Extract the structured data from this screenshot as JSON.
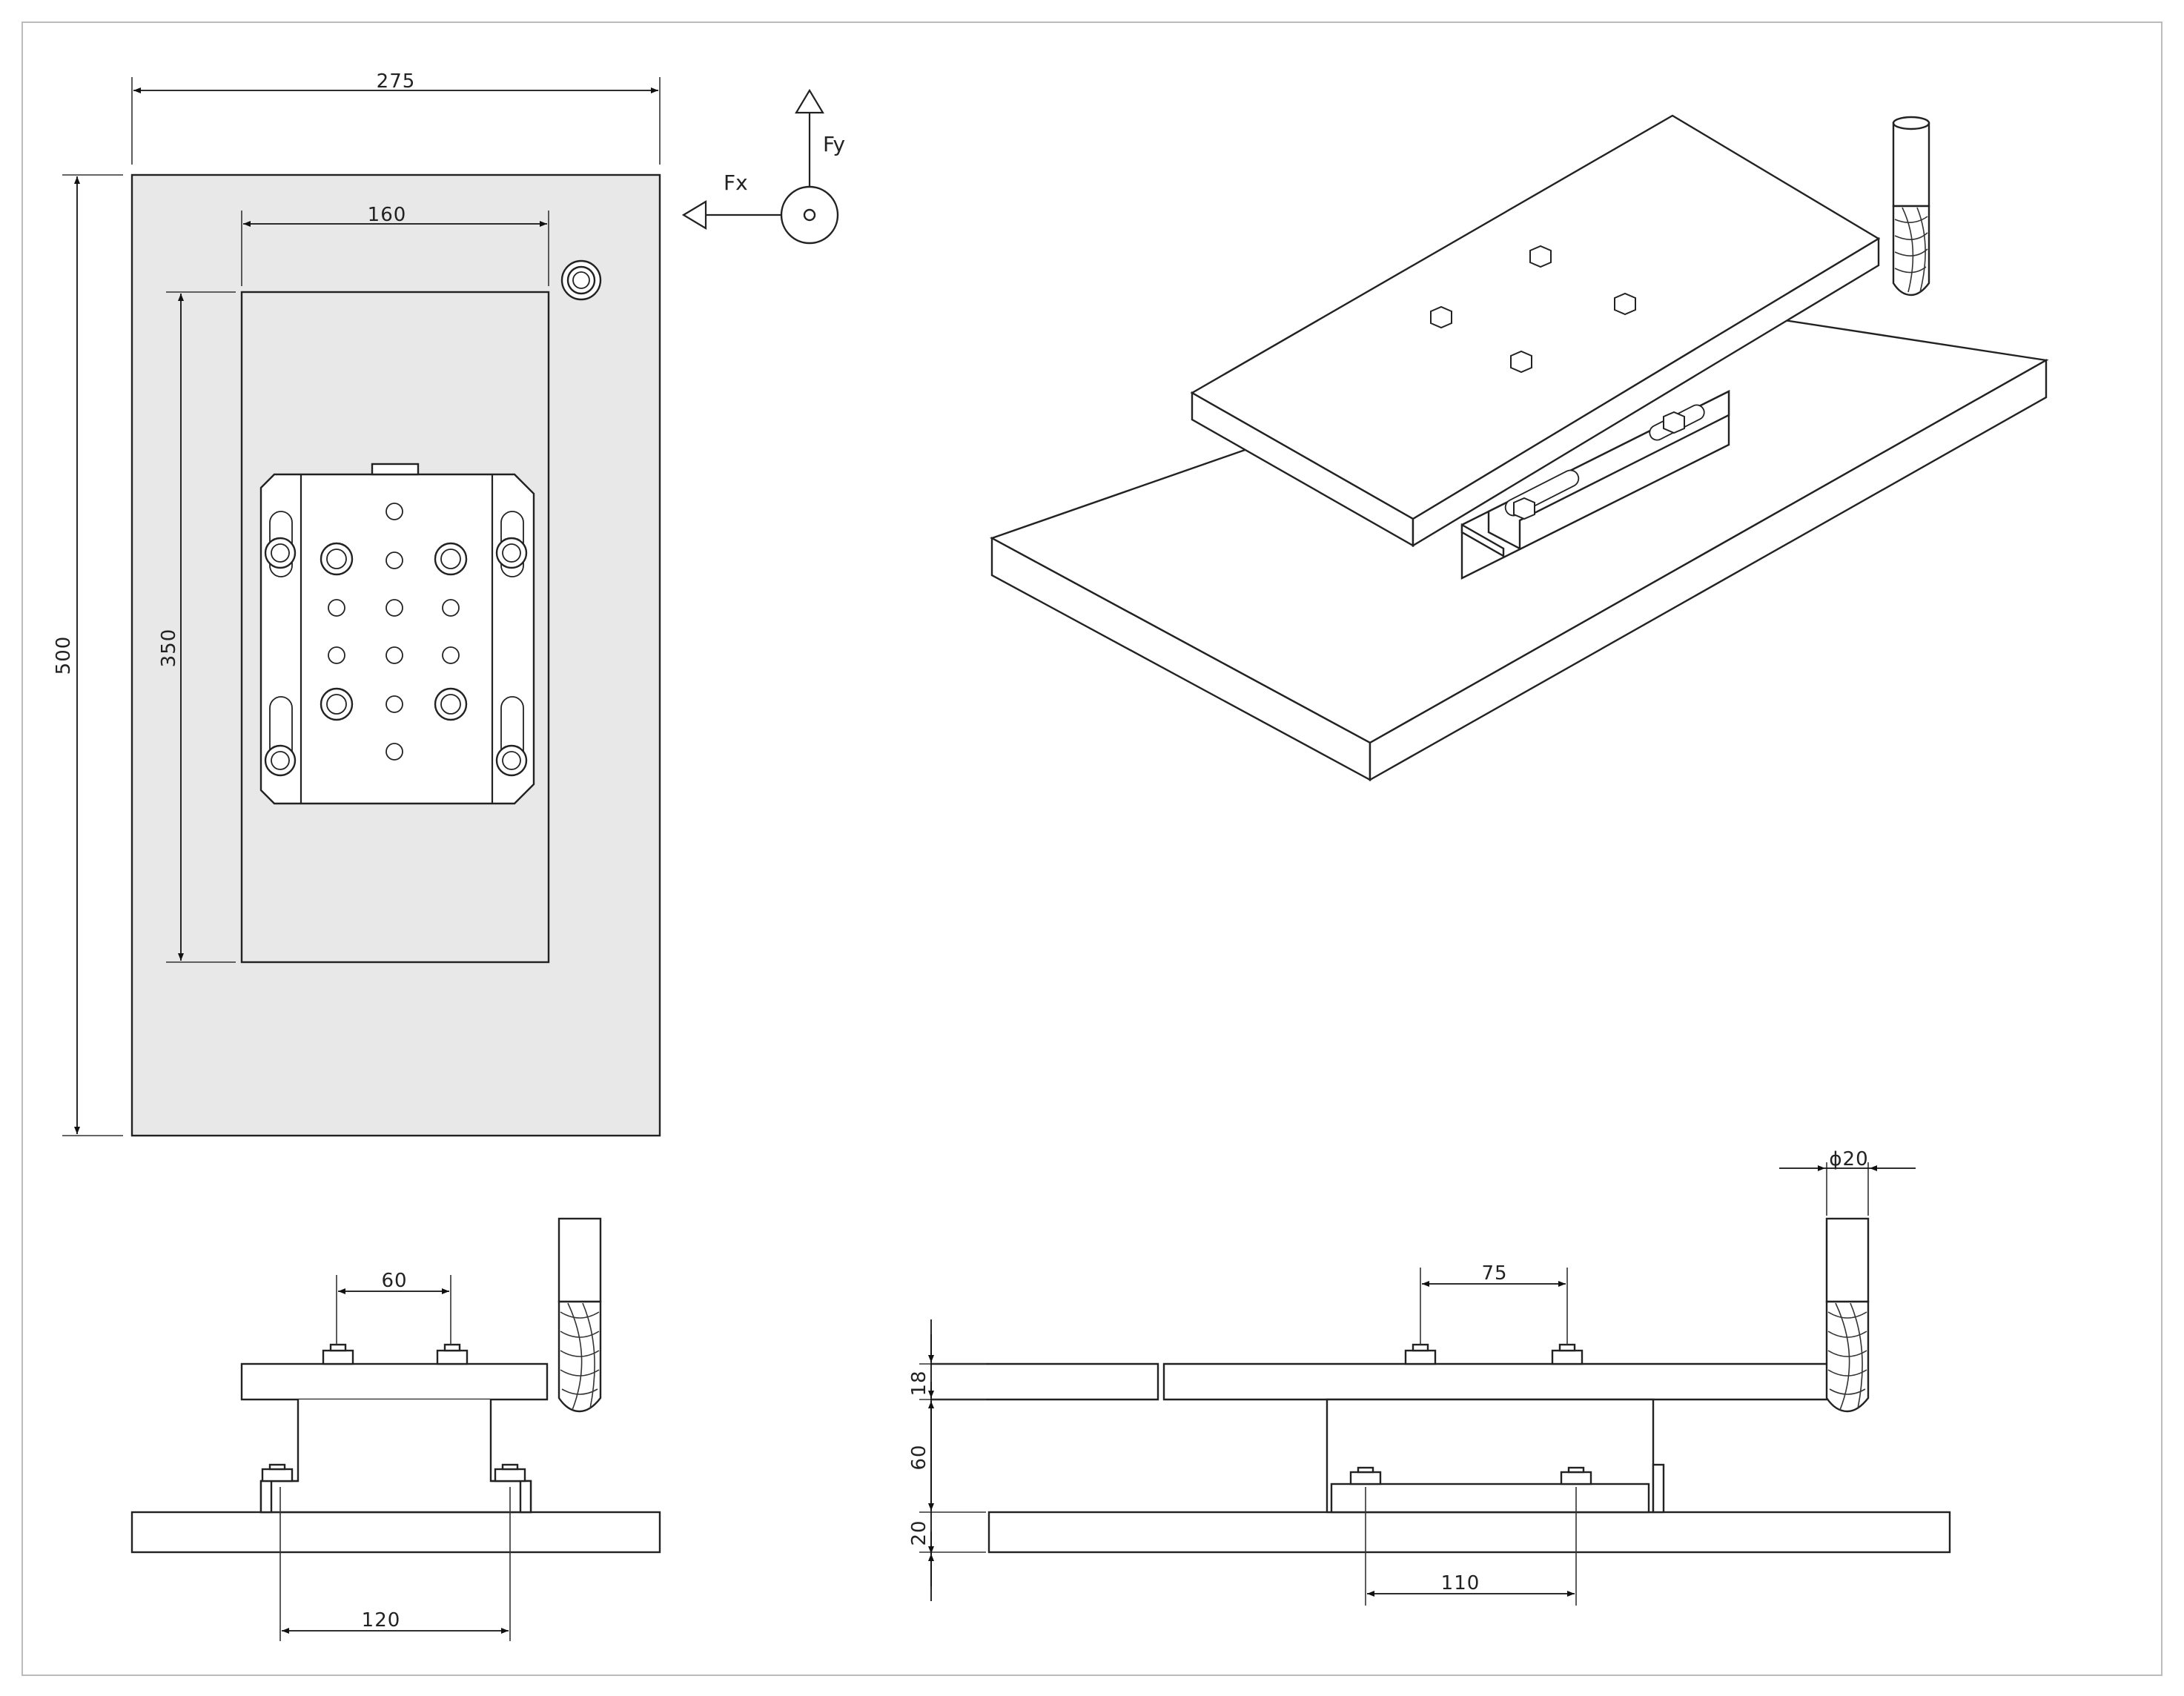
{
  "dimensions": {
    "plate_width": "275",
    "plate_height": "500",
    "top_plate_width": "160",
    "top_plate_height": "350",
    "front_bolt_spacing": "60",
    "front_base_spacing": "120",
    "side_bolt_spacing": "75",
    "side_base_spacing": "110",
    "top_thickness": "18",
    "riser_height": "60",
    "base_thickness": "20",
    "tool_diameter": "ϕ20"
  },
  "axes": {
    "fx_label": "Fx",
    "fy_label": "Fy"
  }
}
